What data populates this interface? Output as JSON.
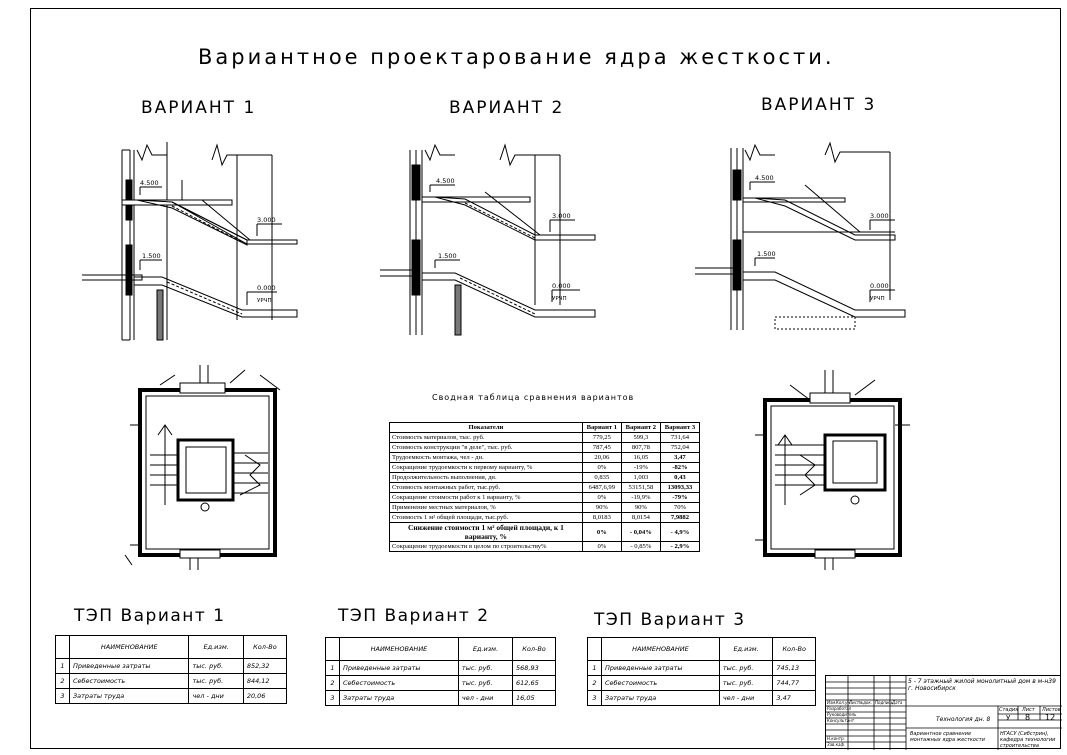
{
  "sheet_title": "Вариантное проектарование ядра жесткости.",
  "variants": [
    {
      "title": "ВАРИАНТ 1",
      "levels": [
        "4.500",
        "3.000",
        "1.500",
        "0.000",
        "УРЧП"
      ]
    },
    {
      "title": "ВАРИАНТ 2",
      "levels": [
        "4.500",
        "3.000",
        "1.500",
        "0.000",
        "УРЧП"
      ]
    },
    {
      "title": "ВАРИАНТ 3",
      "levels": [
        "4.500",
        "3.000",
        "1.500",
        "0.000",
        "УРЧП"
      ]
    }
  ],
  "summary": {
    "title": "Сводная таблица сравнения вариантов",
    "headers": [
      "Показатели",
      "Вариант 1",
      "Вариант 2",
      "Вариант 3"
    ],
    "rows": [
      [
        "Стоимость материалов, тыс. руб.",
        "779,25",
        "599,3",
        "731,64"
      ],
      [
        "Стоимость конструкции \"в деле\", тыс. руб.",
        "787,45",
        "807,78",
        "752,04"
      ],
      [
        "Трудоемкость монтажа, чел - дн.",
        "20,06",
        "16,05",
        "3,47"
      ],
      [
        "Сокращение трудоемкости к первому варианту, %",
        "0%",
        "-19%",
        "-82%"
      ],
      [
        "Продолжительность выполнения, дн.",
        "0,835",
        "1,003",
        "0,43"
      ],
      [
        "Стоимость монтажных работ, тыс.руб.",
        "6487,6,99",
        "53151,58",
        "13093,33"
      ],
      [
        "Сокращение стоимости работ к 1 варианту, %",
        "0%",
        "-19,9%",
        "-79%"
      ],
      [
        "Применение местных материалов, %",
        "90%",
        "90%",
        "70%"
      ],
      [
        "Стоимость 1 м² общей площади, тыс.руб.",
        "8,0183",
        "8,0154",
        "7,9882"
      ],
      [
        "Снижение стоимости 1 м² общей площади, к 1 варианту, %",
        "0%",
        "- 0,04%",
        "- 4,9%"
      ],
      [
        "Сокращение трудоемкости в целом по строительству%",
        "0%",
        "- 0,85%",
        "- 2,9%"
      ]
    ]
  },
  "tep": [
    {
      "title": "ТЭП Вариант 1",
      "headers": [
        "НАИМЕНОВАНИЕ",
        "Ед.изм.",
        "Кол-Во"
      ],
      "rows": [
        [
          "1",
          "Приведенные затраты",
          "тыс. руб.",
          "852,32"
        ],
        [
          "2",
          "Себестоимость",
          "тыс. руб.",
          "844,12"
        ],
        [
          "3",
          "Затраты труда",
          "чел - дни",
          "20,06"
        ]
      ]
    },
    {
      "title": "ТЭП Вариант 2",
      "headers": [
        "НАИМЕНОВАНИЕ",
        "Ед.изм.",
        "Кол-Во"
      ],
      "rows": [
        [
          "1",
          "Приведенные затраты",
          "тыс. руб.",
          "568,93"
        ],
        [
          "2",
          "Себестоимость",
          "тыс. руб.",
          "612,65"
        ],
        [
          "3",
          "Затраты труда",
          "чел - дни",
          "16,05"
        ]
      ]
    },
    {
      "title": "ТЭП Вариант 3",
      "headers": [
        "НАИМЕНОВАНИЕ",
        "Ед.изм.",
        "Кол-Во"
      ],
      "rows": [
        [
          "1",
          "Приведенные затраты",
          "тыс. руб.",
          "745,13"
        ],
        [
          "2",
          "Себестоимость",
          "тыс. руб.",
          "744,77"
        ],
        [
          "3",
          "Затраты труда",
          "чел - дни",
          "3,47"
        ]
      ]
    }
  ],
  "stamp": {
    "project": "5 - 7 этажный жилой монолитный дом в м-н39 г. Новосибирск",
    "section": "Технология дн. 8",
    "sheet_name": "Вариантное сравнение монтажных ядра жесткости",
    "stage_label": "Стадия",
    "sheet_label": "Лист",
    "sheets_label": "Листов",
    "stage": "У",
    "sheet": "8",
    "sheets": "12",
    "org": "НГАСУ (Сибстрин), кафедра технологии строительства",
    "left_labels": [
      "Разработал",
      "Руководитель",
      "Консультант",
      "Н.контр.",
      "Зав.каф."
    ],
    "head_labels": [
      "Изм.",
      "Кол.уч.",
      "Лист",
      "№док.",
      "Подпись",
      "Дата"
    ]
  }
}
